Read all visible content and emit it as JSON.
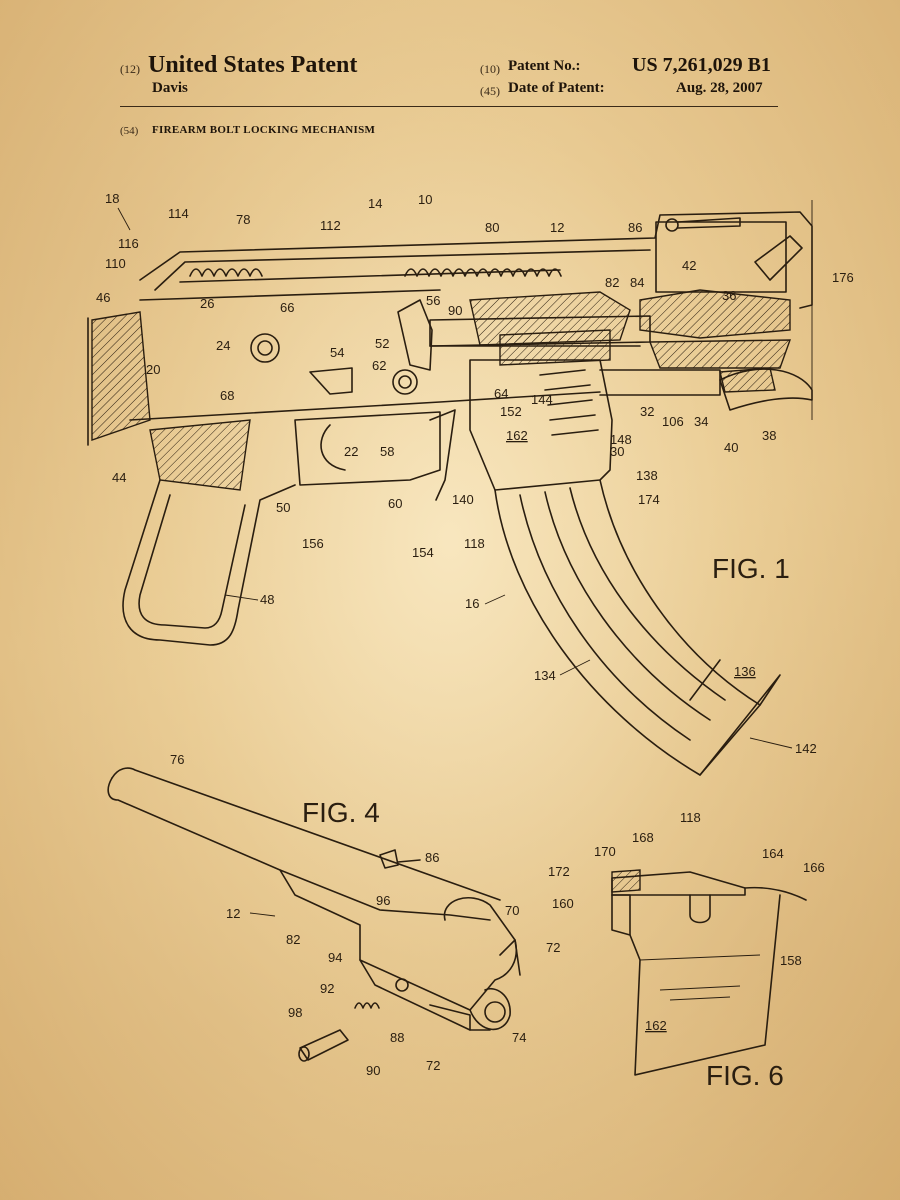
{
  "header": {
    "code_12": "(12)",
    "country": "United States Patent",
    "inventor": "Davis",
    "code_10": "(10)",
    "patent_no_label": "Patent No.:",
    "patent_no": "US 7,261,029 B1",
    "code_45": "(45)",
    "date_label": "Date of Patent:",
    "date": "Aug. 28, 2007",
    "code_54": "(54)",
    "title": "FIREARM BOLT LOCKING MECHANISM"
  },
  "figures": {
    "fig1": "FIG. 1",
    "fig4": "FIG. 4",
    "fig6": "FIG. 6"
  },
  "refs": {
    "r10": "10",
    "r12": "12",
    "r14": "14",
    "r16": "16",
    "r18": "18",
    "r20": "20",
    "r22": "22",
    "r24": "24",
    "r26": "26",
    "r30": "30",
    "r32": "32",
    "r34": "34",
    "r36": "36",
    "r38": "38",
    "r40": "40",
    "r42": "42",
    "r44": "44",
    "r46": "46",
    "r48": "48",
    "r50": "50",
    "r52": "52",
    "r54": "54",
    "r56": "56",
    "r58": "58",
    "r60": "60",
    "r62": "62",
    "r64": "64",
    "r66": "66",
    "r68": "68",
    "r70": "70",
    "r72": "72",
    "r74": "74",
    "r76": "76",
    "r78": "78",
    "r80": "80",
    "r82": "82",
    "r84": "84",
    "r86": "86",
    "r88": "88",
    "r90": "90",
    "r92": "92",
    "r94": "94",
    "r96": "96",
    "r98": "98",
    "r106": "106",
    "r110": "110",
    "r112": "112",
    "r114": "114",
    "r116": "116",
    "r118": "118",
    "r134": "134",
    "r136": "136",
    "r138": "138",
    "r140": "140",
    "r142": "142",
    "r144": "144",
    "r148": "148",
    "r152": "152",
    "r154": "154",
    "r156": "156",
    "r158": "158",
    "r160": "160",
    "r162": "162",
    "r164": "164",
    "r166": "166",
    "r168": "168",
    "r170": "170",
    "r172": "172",
    "r174": "174",
    "r176": "176"
  },
  "colors": {
    "paper": "#e8cf9c",
    "ink": "#2a1e10"
  }
}
